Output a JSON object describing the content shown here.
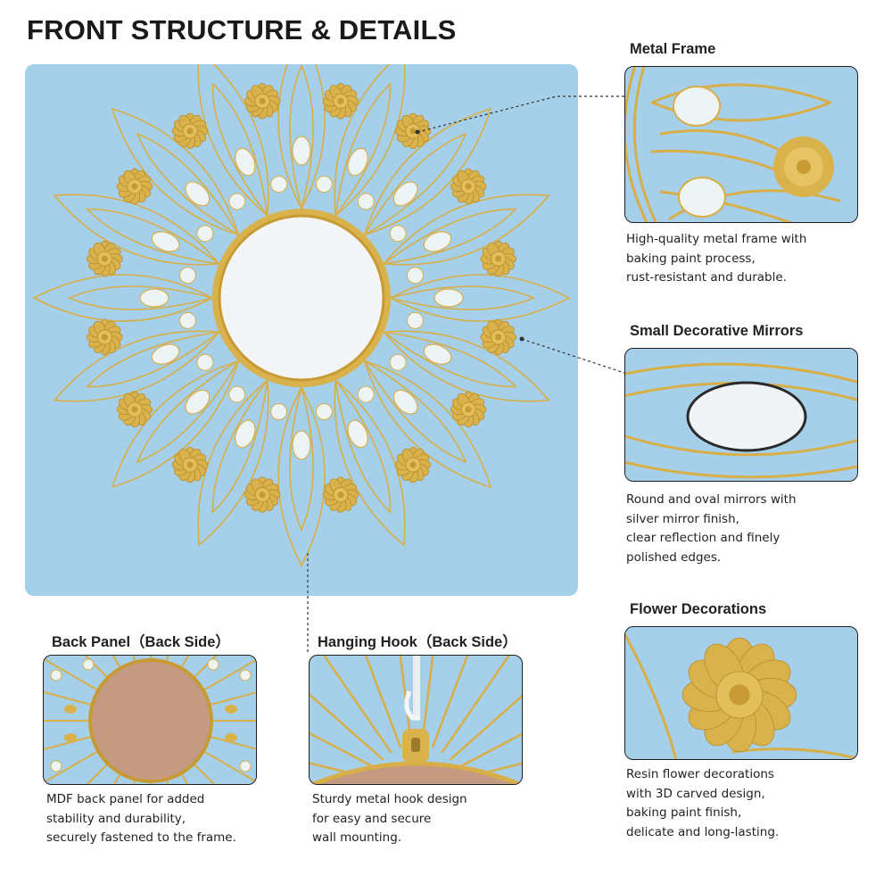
{
  "title": "FRONT STRUCTURE & DETAILS",
  "colors": {
    "background_blue": "#a6d0ea",
    "gold": "#d9b24c",
    "border": "#1f1f1f"
  },
  "panels": {
    "metal_frame": {
      "title": "Metal Frame",
      "lines": [
        "High-quality metal frame with",
        "baking paint process,",
        "rust-resistant and durable."
      ]
    },
    "small_mirrors": {
      "title": "Small Decorative Mirrors",
      "lines": [
        "Round and oval mirrors with",
        "silver mirror finish,",
        "clear reflection and finely",
        "polished edges."
      ]
    },
    "flower": {
      "title": "Flower Decorations",
      "lines": [
        "Resin flower decorations",
        "with 3D carved design,",
        "baking paint finish,",
        "delicate and long-lasting."
      ]
    },
    "back_panel": {
      "title": "Back Panel（Back Side）",
      "lines": [
        "MDF back panel for added",
        "stability and durability,",
        "securely fastened to the frame."
      ]
    },
    "hook": {
      "title": "Hanging Hook（Back Side）",
      "lines": [
        "Sturdy metal hook design",
        "for easy and secure",
        "wall mounting."
      ]
    }
  }
}
